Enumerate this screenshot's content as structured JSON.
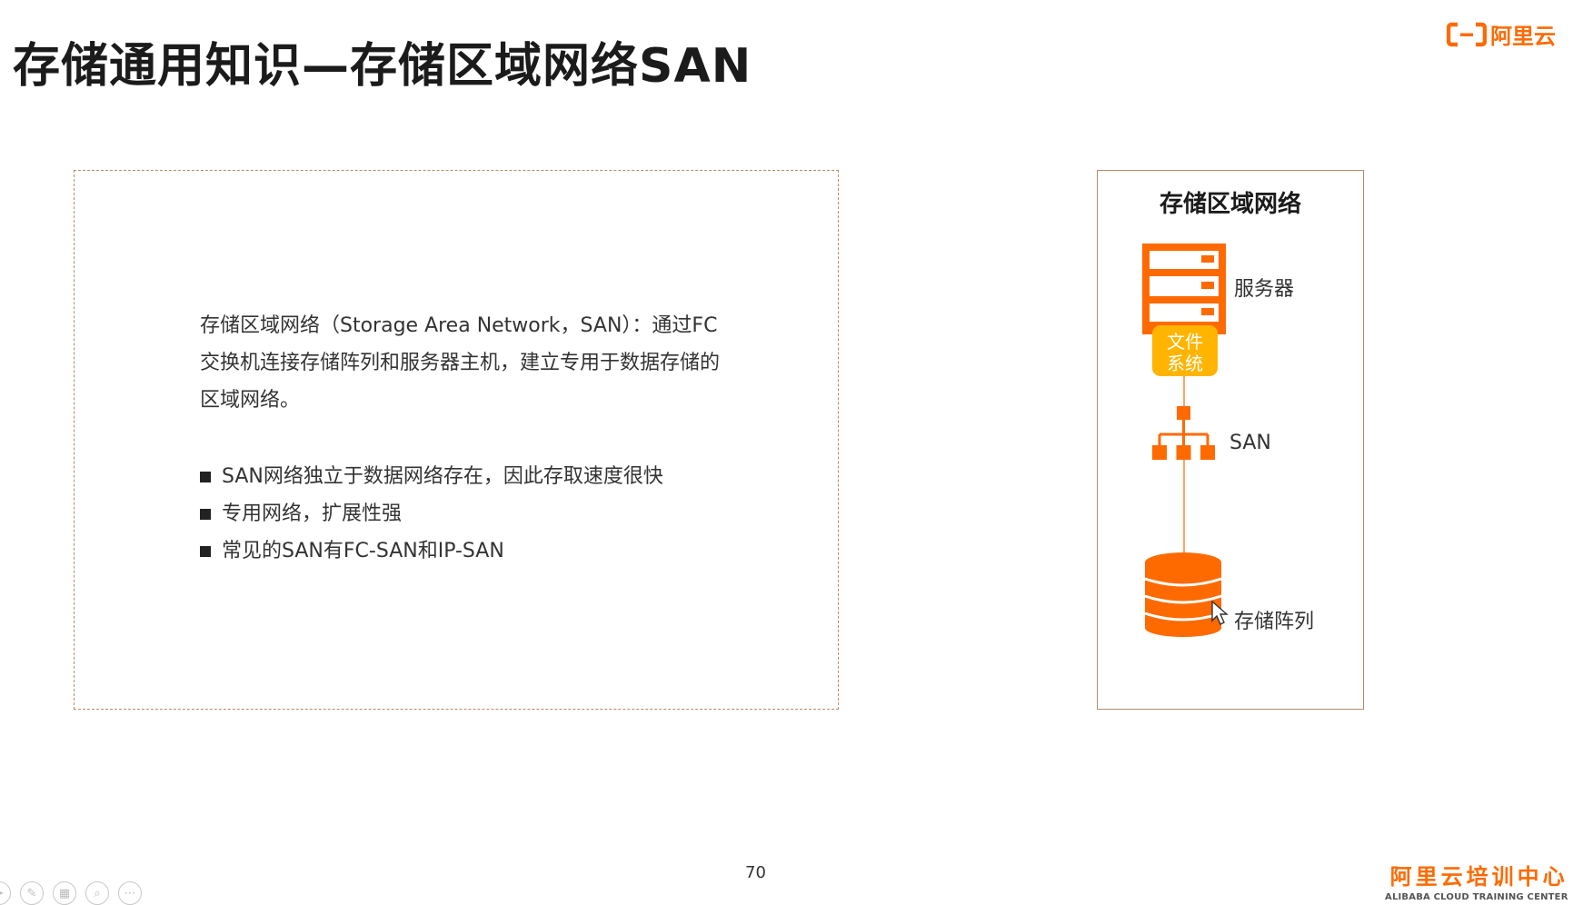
{
  "slide": {
    "title": "存储通用知识—存储区域网络SAN",
    "page_number": "70"
  },
  "brand": {
    "top_logo_text": "阿里云",
    "bottom_logo_cn": "阿里云培训中心",
    "bottom_logo_en": "ALIBABA CLOUD TRAINING CENTER",
    "accent_color": "#ff6a00"
  },
  "description": {
    "paragraph": "存储区域网络（Storage Area Network，SAN）：通过FC交换机连接存储阵列和服务器主机，建立专用于数据存储的区域网络。",
    "bullets": [
      "SAN网络独立于数据网络存在，因此存取速度很快",
      "专用网络，扩展性强",
      "常见的SAN有FC-SAN和IP-SAN"
    ]
  },
  "diagram": {
    "title": "存储区域网络",
    "server_label": "服务器",
    "filesystem_label": "文件系统",
    "san_label": "SAN",
    "storage_label": "存储阵列",
    "icons": [
      "server-icon",
      "network-switch-icon",
      "storage-array-icon",
      "mouse-cursor-icon"
    ]
  },
  "toolbar": {
    "icons": [
      "pointer-icon",
      "pen-icon",
      "slides-icon",
      "zoom-icon",
      "more-icon"
    ]
  }
}
